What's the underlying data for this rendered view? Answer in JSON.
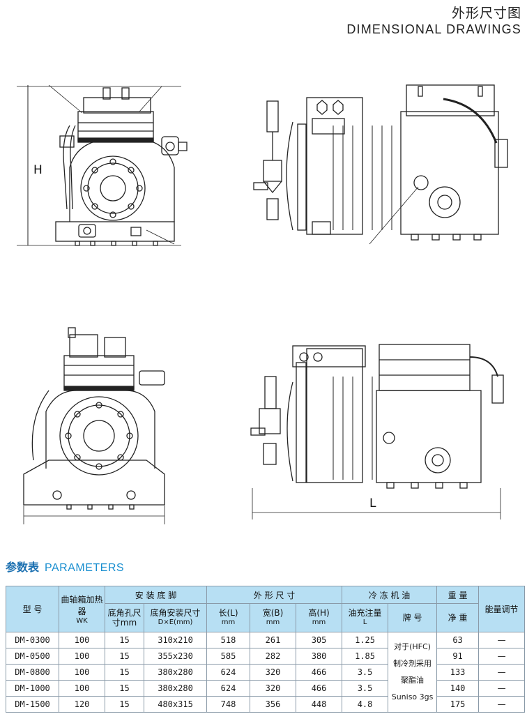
{
  "header": {
    "title_cn": "外形尺寸图",
    "title_en": "DIMENSIONAL DRAWINGS"
  },
  "dims": {
    "h_label": "H",
    "l_label": "L"
  },
  "section": {
    "title_cn": "参数表",
    "title_en": "PARAMETERS"
  },
  "table": {
    "groups": {
      "model": "型 号",
      "heater": "曲轴箱加热器",
      "heater_unit": "WK",
      "mount": "安 装 底 脚",
      "size": "外 形 尺 寸",
      "oil": "冷 冻 机 油",
      "weight": "重 量",
      "capacity": "能量调节"
    },
    "sub": {
      "hole": "底角孔尺寸mm",
      "mount_dim": "底角安装尺寸",
      "mount_dim_unit": "D×E(mm)",
      "length": "长(L)",
      "width": "宽(B)",
      "height": "高(H)",
      "mm": "mm",
      "oil_charge": "油充注量",
      "oil_unit": "L",
      "brand": "牌 号",
      "net_weight": "净 重"
    },
    "brand_lines": [
      "对于(HFC)",
      "制冷剂采用",
      "聚酯油",
      "Suniso 3gs"
    ],
    "rows": [
      {
        "model": "DM-0300",
        "heater": "100",
        "hole": "15",
        "mount": "310x210",
        "l": "518",
        "b": "261",
        "h": "305",
        "oil": "1.25",
        "weight": "63",
        "cap": "—"
      },
      {
        "model": "DM-0500",
        "heater": "100",
        "hole": "15",
        "mount": "355x230",
        "l": "585",
        "b": "282",
        "h": "380",
        "oil": "1.85",
        "weight": "91",
        "cap": "—"
      },
      {
        "model": "DM-0800",
        "heater": "100",
        "hole": "15",
        "mount": "380x280",
        "l": "624",
        "b": "320",
        "h": "466",
        "oil": "3.5",
        "weight": "133",
        "cap": "—"
      },
      {
        "model": "DM-1000",
        "heater": "100",
        "hole": "15",
        "mount": "380x280",
        "l": "624",
        "b": "320",
        "h": "466",
        "oil": "3.5",
        "weight": "140",
        "cap": "—"
      },
      {
        "model": "DM-1500",
        "heater": "120",
        "hole": "15",
        "mount": "480x315",
        "l": "748",
        "b": "356",
        "h": "448",
        "oil": "4.8",
        "weight": "175",
        "cap": "—"
      }
    ]
  }
}
